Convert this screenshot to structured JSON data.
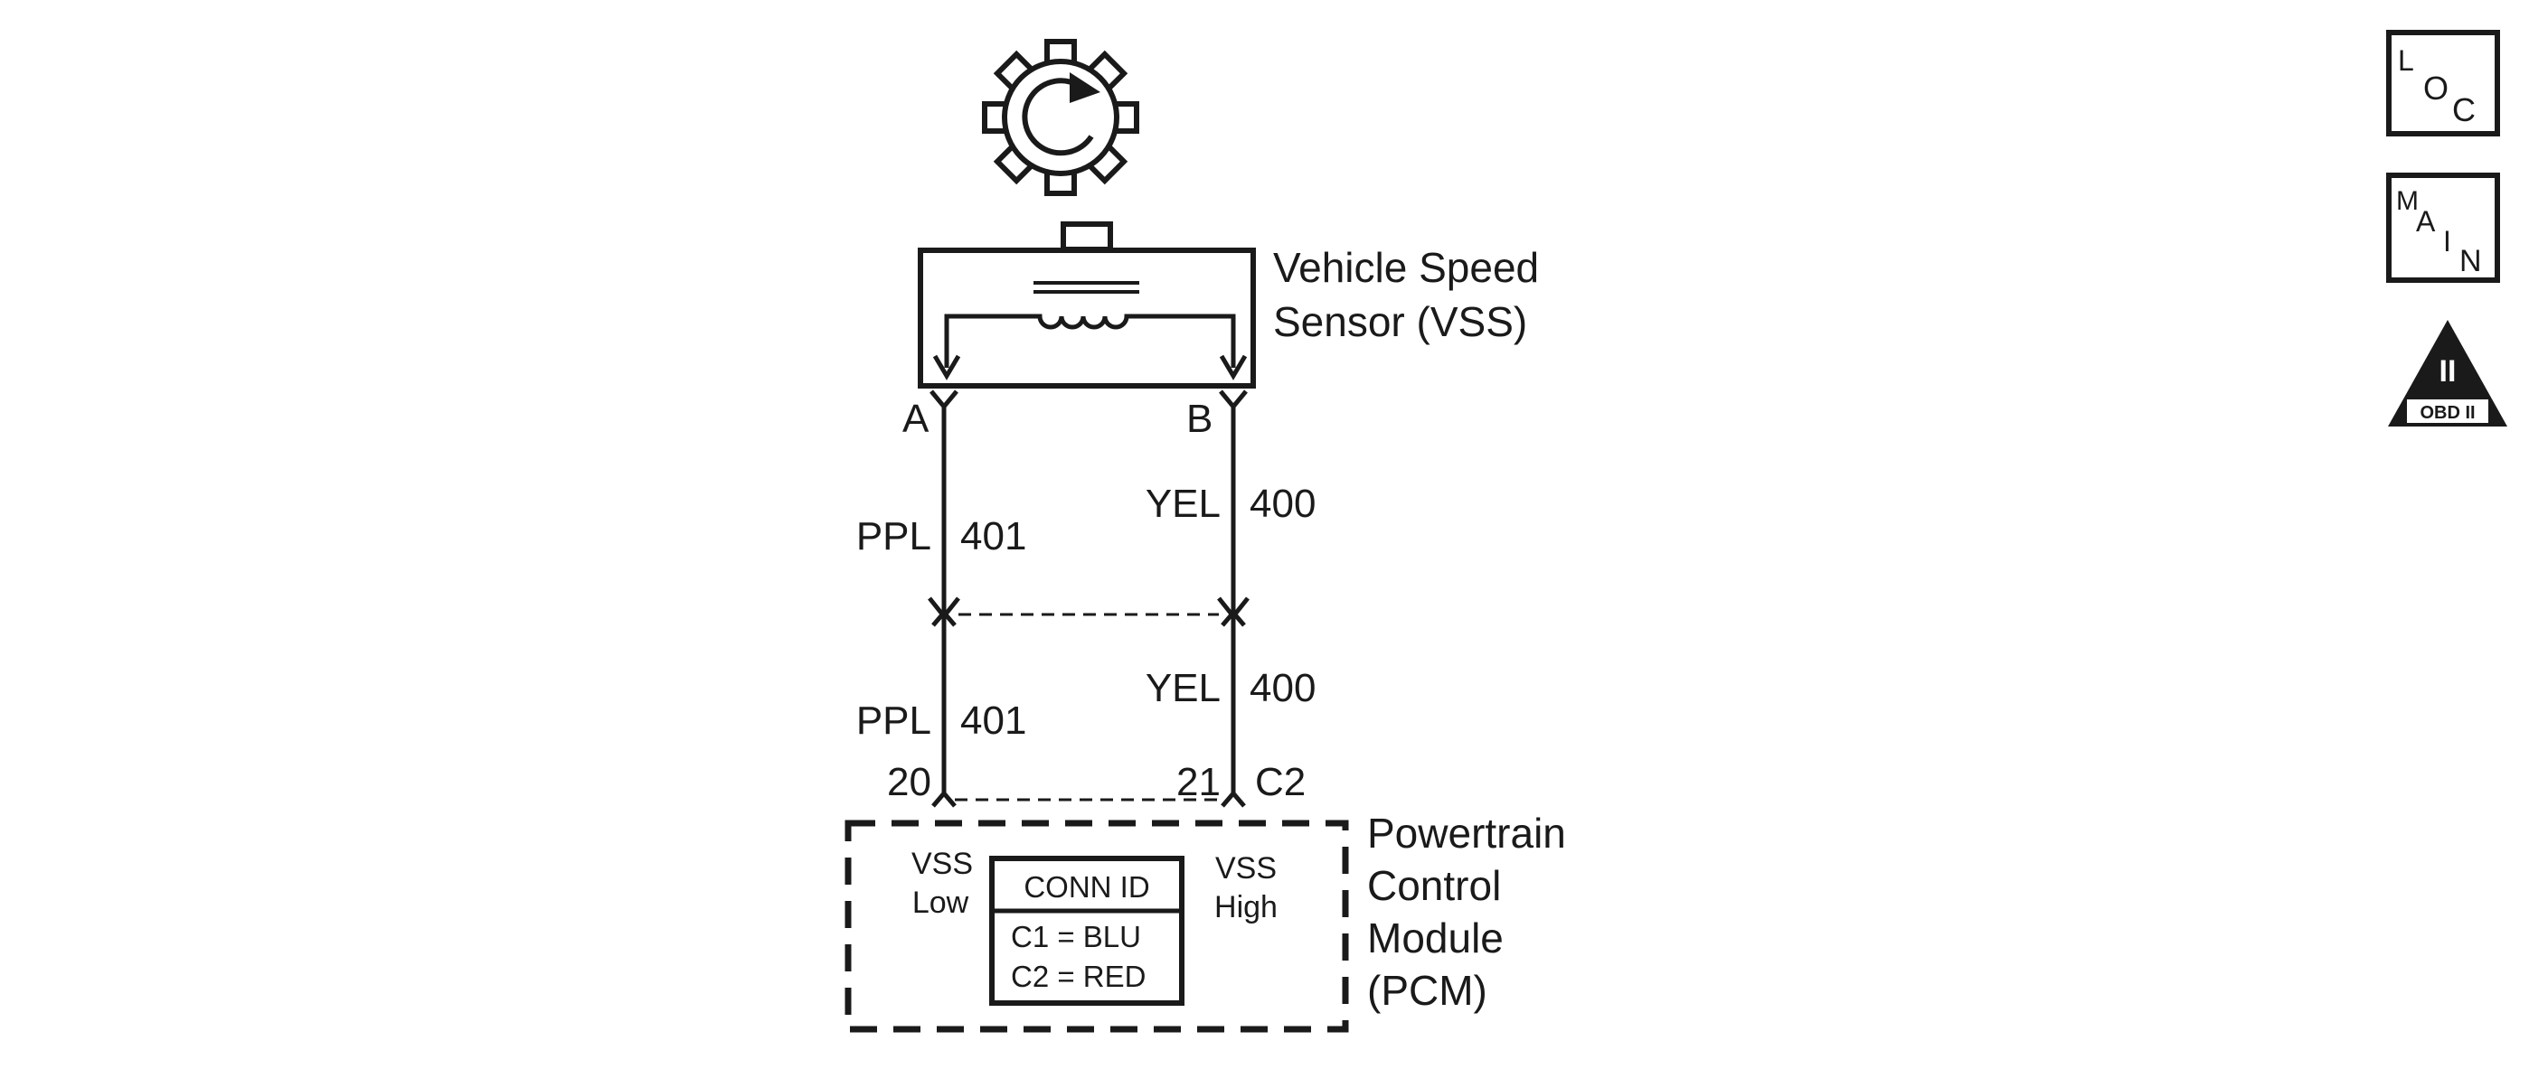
{
  "sensor": {
    "label_line1": "Vehicle Speed",
    "label_line2": "Sensor (VSS)",
    "pin_a": "A",
    "pin_b": "B"
  },
  "wires": {
    "left_upper": {
      "color": "PPL",
      "circuit": "401"
    },
    "right_upper": {
      "color": "YEL",
      "circuit": "400"
    },
    "left_lower": {
      "color": "PPL",
      "circuit": "401"
    },
    "right_lower": {
      "color": "YEL",
      "circuit": "400"
    }
  },
  "pcm": {
    "pin_left": "20",
    "pin_right": "21",
    "connector": "C2",
    "label_line1": "Powertrain",
    "label_line2": "Control",
    "label_line3": "Module",
    "label_line4": "(PCM)",
    "vss_low_line1": "VSS",
    "vss_low_line2": "Low",
    "vss_high_line1": "VSS",
    "vss_high_line2": "High",
    "conn_id_header": "CONN ID",
    "conn_id_rows": [
      "C1 = BLU",
      "C2 = RED"
    ]
  },
  "nav_icons": {
    "loc": {
      "top": "L",
      "mid": "O",
      "bottom": "C"
    },
    "main": {
      "c1": "M",
      "c2": "A",
      "c3": "I",
      "c4": "N"
    },
    "obd": {
      "numeral": "II",
      "label": "OBD II"
    }
  }
}
